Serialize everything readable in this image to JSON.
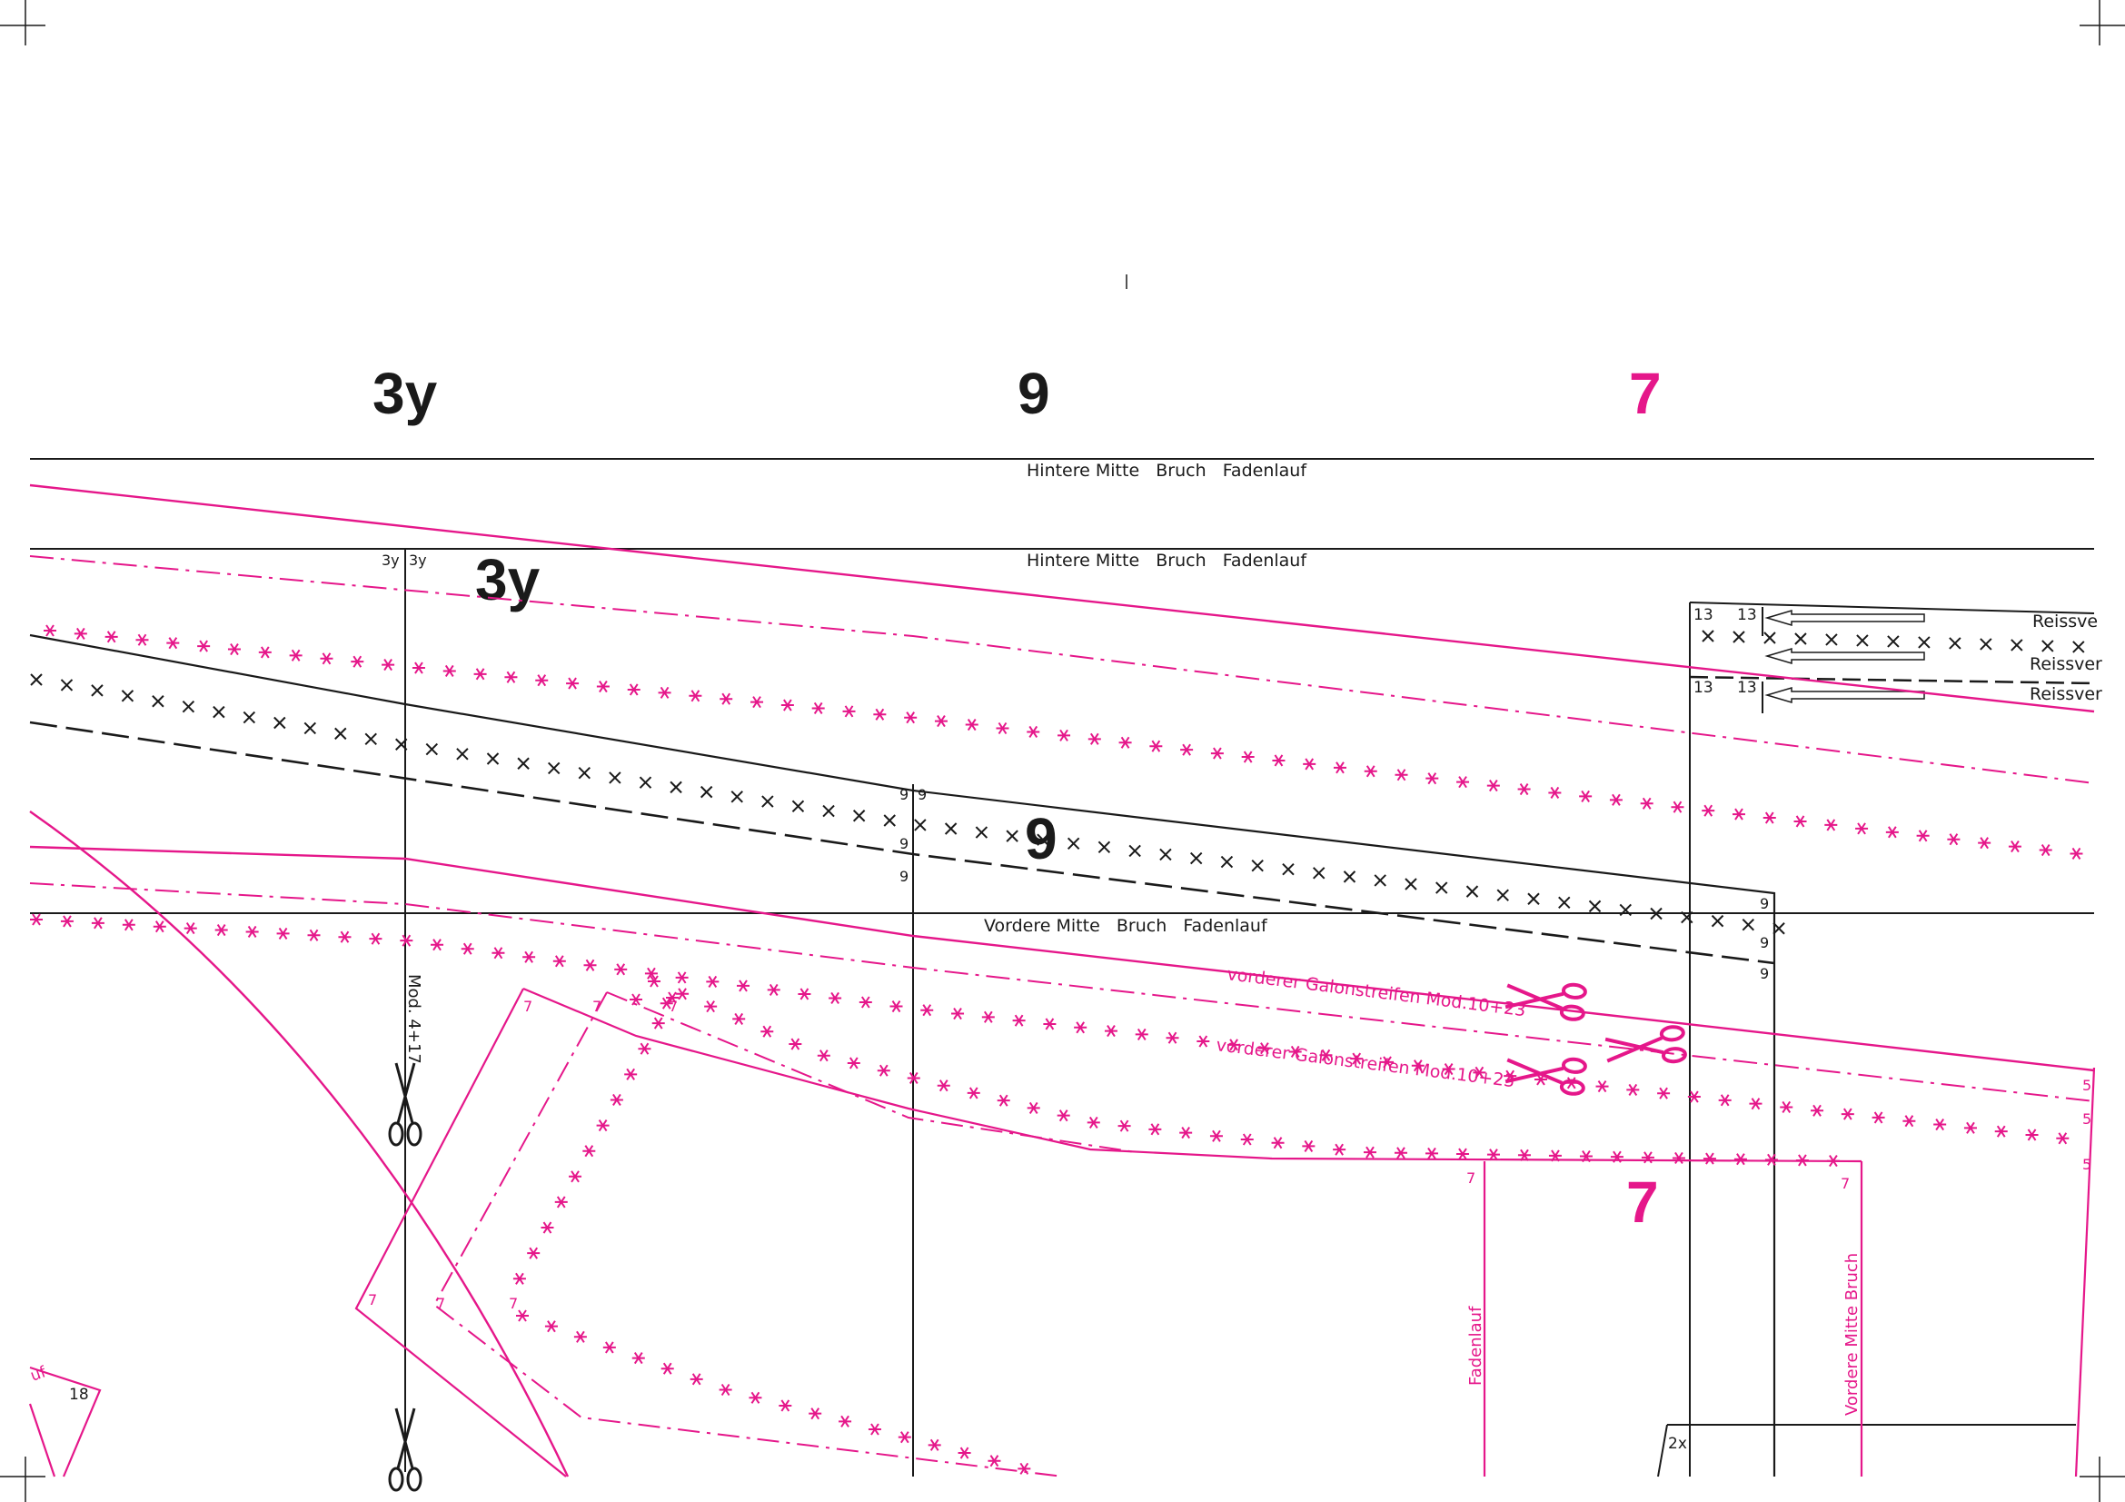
{
  "colors": {
    "black": "#1a1a1a",
    "magenta": "#e5178a"
  },
  "header": {
    "size_3y": "3y",
    "size_9": "9",
    "size_7": "7"
  },
  "labels": {
    "back_center_top": "Hintere Mitte   Bruch   Fadenlauf",
    "back_center_second": "Hintere Mitte   Bruch   Fadenlauf",
    "front_center": "Vordere Mitte   Bruch   Fadenlauf",
    "galon_1": "vorderer Galonstreifen Mod.10+23",
    "galon_2": "vorderer Galonstreifen Mod.10+23",
    "mod_4_17": "Mod. 4+17",
    "fadenlauf": "Fadenlauf",
    "vordere_mitte_bruch": "Vordere Mitte  Bruch",
    "reissv_1": "Reissve",
    "reissv_2": "Reissver",
    "reissv_3": "Reissver"
  },
  "markers": {
    "m3y_a": "3y",
    "m3y_b": "3y",
    "big_3y": "3y",
    "m9_a": "9",
    "m9_b": "9",
    "m9_c": "9",
    "m9_d": "9",
    "m9_e": "9",
    "m9_f": "9",
    "m9_g": "9",
    "big_9": "9",
    "m13_a": "13",
    "m13_b": "13",
    "m13_c": "13",
    "m13_d": "13",
    "m7_a": "7",
    "m7_b": "7",
    "m7_c": "7",
    "m7_d": "7",
    "m7_e": "7",
    "m7_f": "7",
    "m7_g": "7",
    "m7_h": "7",
    "big_7": "7",
    "m5_a": "5",
    "m5_b": "5",
    "m5_c": "5",
    "m18": "18",
    "m2x": "2x",
    "muf": "uf"
  }
}
